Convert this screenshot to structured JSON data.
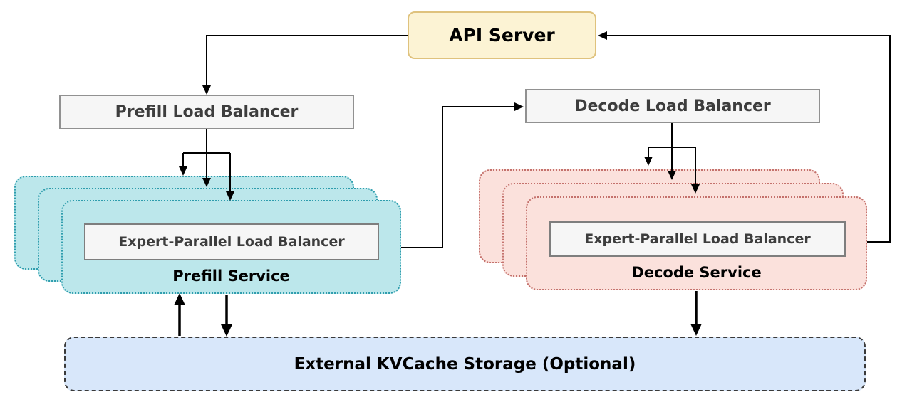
{
  "nodes": {
    "api_server": {
      "label": "API Server"
    },
    "prefill_load_balancer": {
      "label": "Prefill Load Balancer"
    },
    "decode_load_balancer": {
      "label": "Decode Load Balancer"
    },
    "prefill_service": {
      "label": "Prefill Service",
      "expert_lb_label": "Expert-Parallel Load Balancer",
      "replica_count": 3
    },
    "decode_service": {
      "label": "Decode Service",
      "expert_lb_label": "Expert-Parallel Load Balancer",
      "replica_count": 3
    },
    "kvcache_storage": {
      "label": "External KVCache Storage (Optional)"
    }
  },
  "edges": [
    {
      "from": "api_server",
      "to": "prefill_load_balancer"
    },
    {
      "from": "prefill_load_balancer",
      "to": "prefill_service",
      "fanout": 3
    },
    {
      "from": "prefill_service",
      "to": "decode_load_balancer"
    },
    {
      "from": "decode_load_balancer",
      "to": "decode_service",
      "fanout": 3
    },
    {
      "from": "decode_service",
      "to": "api_server"
    },
    {
      "from": "kvcache_storage",
      "to": "prefill_service"
    },
    {
      "from": "prefill_service",
      "to": "kvcache_storage"
    },
    {
      "from": "decode_service",
      "to": "kvcache_storage"
    }
  ],
  "colors": {
    "api_fill": "#FCF3D4",
    "api_border": "#DFC27D",
    "prefill_fill": "#BCE7EB",
    "prefill_border": "#2E9DAD",
    "decode_fill": "#FBE1DC",
    "decode_border": "#C4716C",
    "balancer_fill": "#F6F6F6",
    "balancer_border": "#919191",
    "kvcache_fill": "#D8E7FA",
    "kvcache_border": "#3A3A3A",
    "wire": "#000000"
  }
}
